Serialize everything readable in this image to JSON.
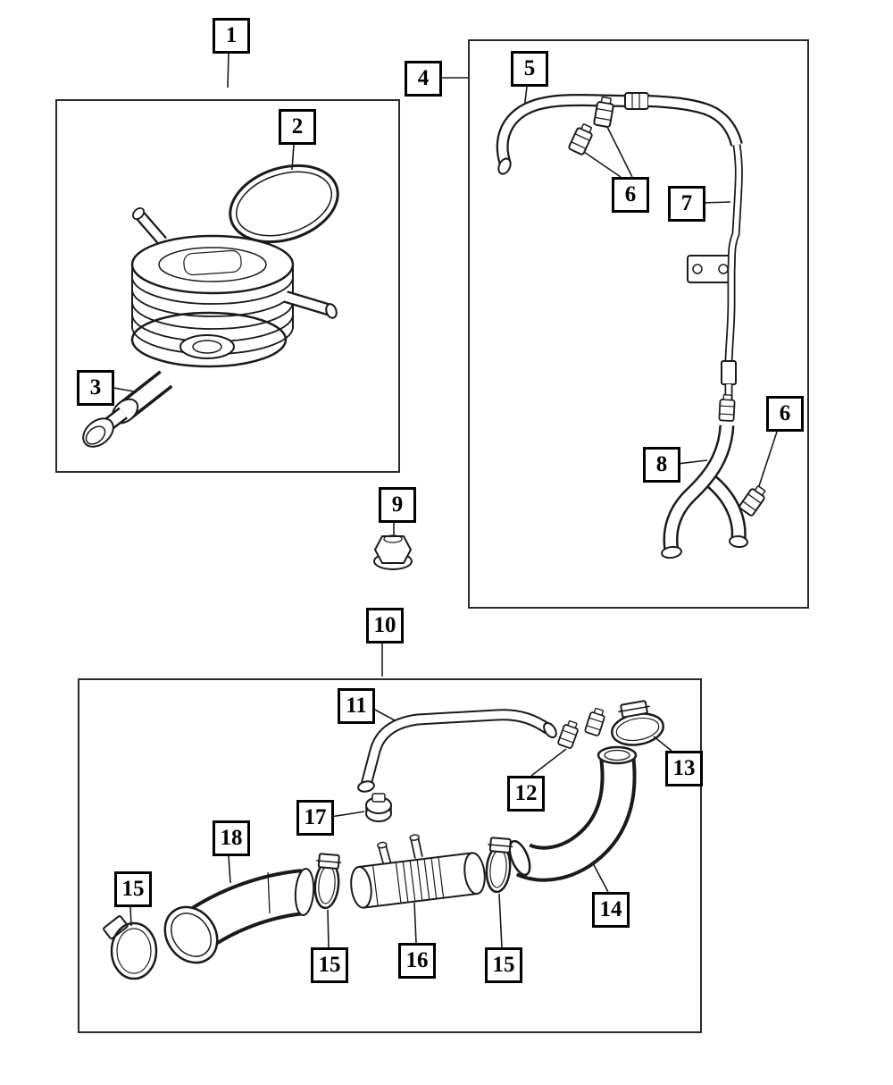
{
  "colors": {
    "line": "#1a1a1a",
    "background": "#ffffff"
  },
  "callouts": [
    {
      "label": "1"
    },
    {
      "label": "2"
    },
    {
      "label": "3"
    },
    {
      "label": "4"
    },
    {
      "label": "5"
    },
    {
      "label": "6"
    },
    {
      "label": "7"
    },
    {
      "label": "6"
    },
    {
      "label": "8"
    },
    {
      "label": "9"
    },
    {
      "label": "10"
    },
    {
      "label": "11"
    },
    {
      "label": "12"
    },
    {
      "label": "13"
    },
    {
      "label": "14"
    },
    {
      "label": "15"
    },
    {
      "label": "15"
    },
    {
      "label": "15"
    },
    {
      "label": "16"
    },
    {
      "label": "17"
    },
    {
      "label": "18"
    }
  ]
}
